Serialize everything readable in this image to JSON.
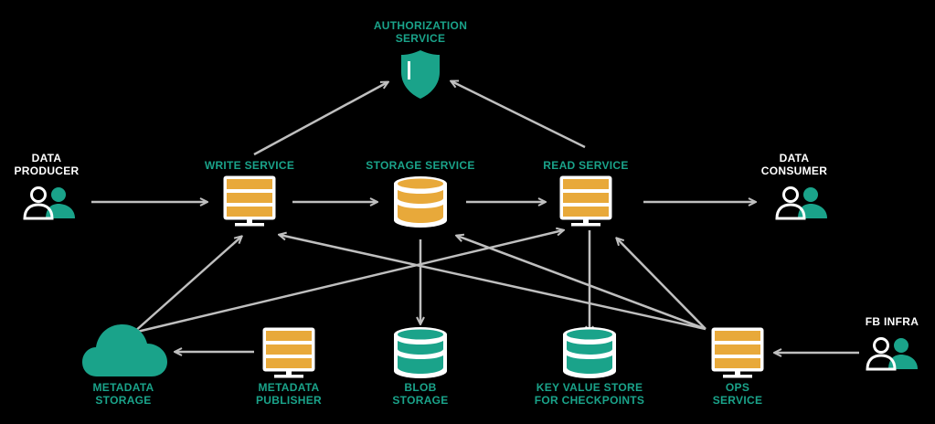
{
  "colors": {
    "background": "#000000",
    "teal": "#1aa38a",
    "gold": "#e8a93a",
    "white": "#ffffff",
    "arrow": "#bfbfbf"
  },
  "nodes": {
    "authorization": {
      "icon": "shield-icon",
      "label_line1": "AUTHORIZATION",
      "label_line2": "SERVICE"
    },
    "data_producer": {
      "icon": "users-icon",
      "label_line1": "DATA",
      "label_line2": "PRODUCER"
    },
    "write_service": {
      "icon": "server-icon",
      "label": "WRITE SERVICE"
    },
    "storage_service": {
      "icon": "database-icon",
      "label": "STORAGE SERVICE"
    },
    "read_service": {
      "icon": "server-icon",
      "label": "READ SERVICE"
    },
    "data_consumer": {
      "icon": "users-icon",
      "label_line1": "DATA",
      "label_line2": "CONSUMER"
    },
    "metadata_storage": {
      "icon": "cloud-icon",
      "label_line1": "METADATA",
      "label_line2": "STORAGE"
    },
    "metadata_publisher": {
      "icon": "server-icon",
      "label_line1": "METADATA",
      "label_line2": "PUBLISHER"
    },
    "blob_storage": {
      "icon": "database-icon",
      "label_line1": "BLOB",
      "label_line2": "STORAGE"
    },
    "kv_store": {
      "icon": "database-icon",
      "label_line1": "KEY VALUE STORE",
      "label_line2": "FOR CHECKPOINTS"
    },
    "ops_service": {
      "icon": "server-icon",
      "label_line1": "OPS",
      "label_line2": "SERVICE"
    },
    "fb_infra": {
      "icon": "users-icon",
      "label": "FB INFRA"
    }
  }
}
